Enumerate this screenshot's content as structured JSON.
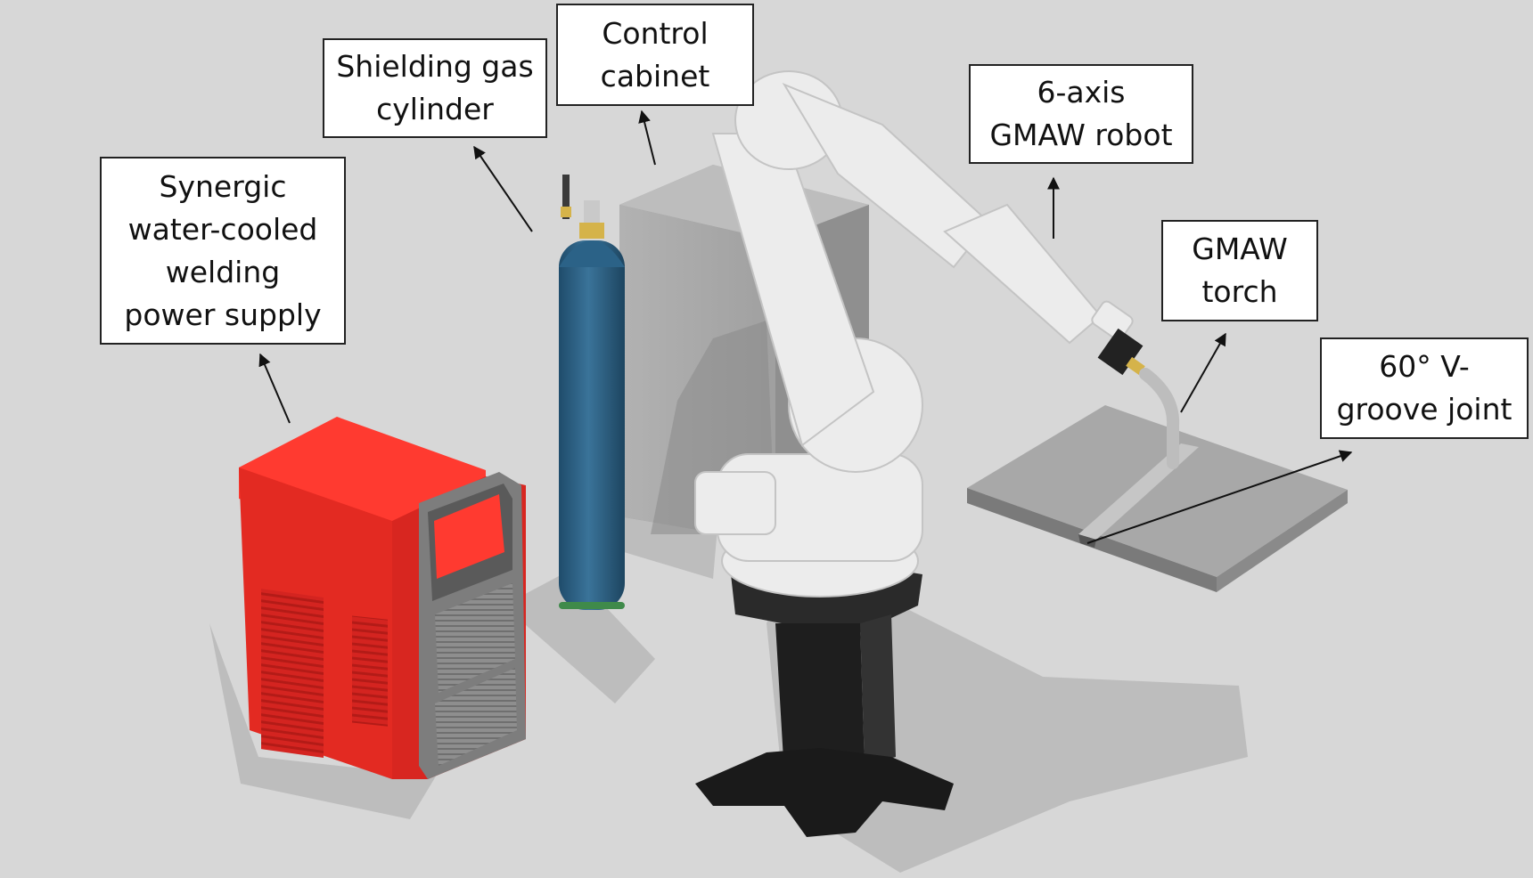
{
  "labels": {
    "power_supply": [
      "Synergic",
      "water-cooled",
      "welding",
      "power supply"
    ],
    "gas_cylinder": [
      "Shielding gas",
      "cylinder"
    ],
    "control_cabinet": [
      "Control",
      "cabinet"
    ],
    "robot": [
      "6-axis",
      "GMAW robot"
    ],
    "torch": [
      "GMAW",
      "torch"
    ],
    "groove_joint": [
      "60° V-",
      "groove joint"
    ]
  },
  "colors": {
    "background": "#d7d7d7",
    "power_supply_body": "#f0302a",
    "gas_cylinder": "#2a5f82",
    "control_cabinet": "#a9a9a9",
    "robot_arm": "#ececec",
    "robot_pedestal": "#1e1e1e",
    "workpiece_plate": "#9c9c9c"
  }
}
